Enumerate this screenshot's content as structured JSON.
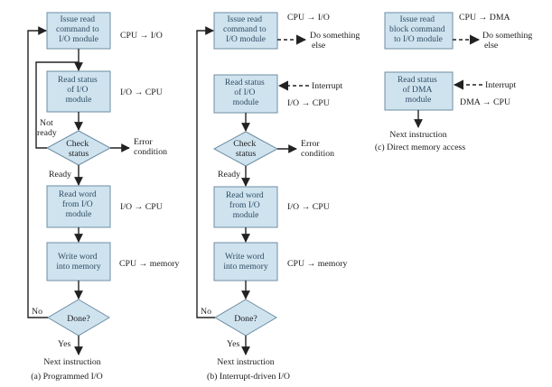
{
  "diagrams": {
    "a": {
      "caption": "(a) Programmed I/O",
      "box_issue": [
        "Issue read",
        "command to",
        "I/O module"
      ],
      "label_issue": "CPU → I/O",
      "box_status": [
        "Read status",
        "of I/O",
        "module"
      ],
      "label_status": "I/O → CPU",
      "check": [
        "Check",
        "status"
      ],
      "not_ready": [
        "Not",
        "ready"
      ],
      "error": [
        "Error",
        "condition"
      ],
      "ready": "Ready",
      "box_read": [
        "Read word",
        "from I/O",
        "module"
      ],
      "label_read": "I/O → CPU",
      "box_write": [
        "Write word",
        "into memory"
      ],
      "label_write": "CPU → memory",
      "done": "Done?",
      "no": "No",
      "yes": "Yes",
      "next": "Next instruction"
    },
    "b": {
      "caption": "(b) Interrupt-driven I/O",
      "box_issue": [
        "Issue read",
        "command to",
        "I/O module"
      ],
      "label_issue": "CPU → I/O",
      "do_something": [
        "Do something",
        "else"
      ],
      "box_status": [
        "Read status",
        "of I/O",
        "module"
      ],
      "interrupt": "Interrupt",
      "label_status": "I/O → CPU",
      "check": [
        "Check",
        "status"
      ],
      "error": [
        "Error",
        "condition"
      ],
      "ready": "Ready",
      "box_read": [
        "Read word",
        "from I/O",
        "module"
      ],
      "label_read": "I/O → CPU",
      "box_write": [
        "Write word",
        "into memory"
      ],
      "label_write": "CPU → memory",
      "done": "Done?",
      "no": "No",
      "yes": "Yes",
      "next": "Next instruction"
    },
    "c": {
      "caption": "(c) Direct memory access",
      "box_issue": [
        "Issue read",
        "block command",
        "to I/O module"
      ],
      "label_issue": "CPU → DMA",
      "do_something": [
        "Do something",
        "else"
      ],
      "box_status": [
        "Read status",
        "of DMA",
        "module"
      ],
      "interrupt": "Interrupt",
      "label_status": "DMA → CPU",
      "next": [
        "Next instruction"
      ]
    }
  }
}
